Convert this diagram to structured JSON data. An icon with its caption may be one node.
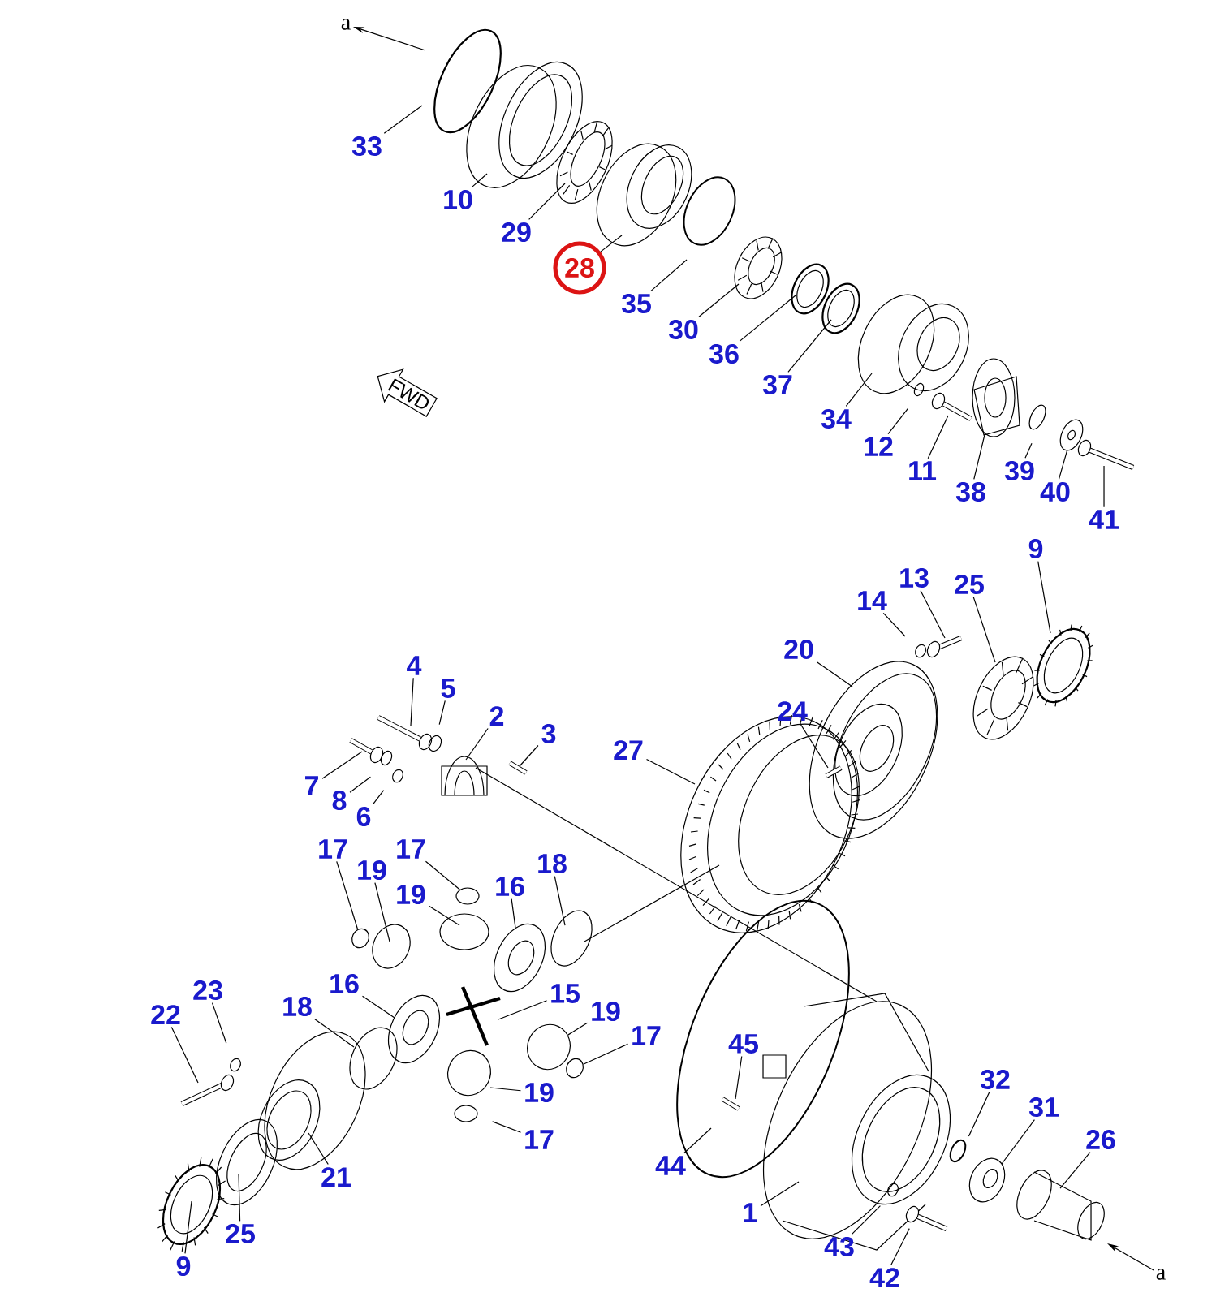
{
  "diagram": {
    "nodes": [
      {
        "text": [
          "a"
        ]
      },
      {
        "text": [
          "33"
        ]
      },
      {
        "text": [
          "10"
        ]
      },
      {
        "text": [
          "29"
        ]
      },
      {
        "text": [
          "28"
        ]
      },
      {
        "text": [
          "35"
        ]
      },
      {
        "text": [
          "30"
        ]
      },
      {
        "text": [
          "36"
        ]
      },
      {
        "text": [
          "37"
        ]
      },
      {
        "text": [
          "FWD"
        ]
      },
      {
        "text": [
          "34"
        ]
      },
      {
        "text": [
          "12"
        ]
      },
      {
        "text": [
          "11"
        ]
      },
      {
        "text": [
          "38"
        ]
      },
      {
        "text": [
          "39"
        ]
      },
      {
        "text": [
          "40"
        ]
      },
      {
        "text": [
          "41"
        ]
      },
      {
        "text": [
          "9"
        ]
      },
      {
        "text": [
          "13"
        ]
      },
      {
        "text": [
          "14"
        ]
      },
      {
        "text": [
          "25"
        ]
      },
      {
        "text": [
          "4"
        ]
      },
      {
        "text": [
          "20"
        ]
      },
      {
        "text": [
          "5"
        ]
      },
      {
        "text": [
          "2"
        ]
      },
      {
        "text": [
          "3"
        ]
      },
      {
        "text": [
          "24"
        ]
      },
      {
        "text": [
          "27"
        ]
      },
      {
        "text": [
          "7"
        ]
      },
      {
        "text": [
          "8"
        ]
      },
      {
        "text": [
          "6"
        ]
      },
      {
        "text": [
          "17"
        ]
      },
      {
        "text": [
          "19"
        ]
      },
      {
        "text": [
          "17"
        ]
      },
      {
        "text": [
          "19"
        ]
      },
      {
        "text": [
          "16"
        ]
      },
      {
        "text": [
          "18"
        ]
      },
      {
        "text": [
          "16"
        ]
      },
      {
        "text": [
          "15"
        ]
      },
      {
        "text": [
          "18"
        ]
      },
      {
        "text": [
          "19"
        ]
      },
      {
        "text": [
          "23"
        ]
      },
      {
        "text": [
          "22"
        ]
      },
      {
        "text": [
          "17"
        ]
      },
      {
        "text": [
          "45"
        ]
      },
      {
        "text": [
          "19"
        ]
      },
      {
        "text": [
          "32"
        ]
      },
      {
        "text": [
          "31"
        ]
      },
      {
        "text": [
          "17"
        ]
      },
      {
        "text": [
          "26"
        ]
      },
      {
        "text": [
          "44"
        ]
      },
      {
        "text": [
          "21"
        ]
      },
      {
        "text": [
          "1"
        ]
      },
      {
        "text": [
          "25"
        ]
      },
      {
        "text": [
          "43"
        ]
      },
      {
        "text": [
          "9"
        ]
      },
      {
        "text": [
          "42"
        ]
      },
      {
        "text": [
          "a"
        ]
      },
      {
        "text": [],
        "shape": "picture"
      },
      {
        "text": [],
        "shape": "circle"
      },
      {
        "text": [],
        "shape": "circle"
      },
      {
        "text": [],
        "shape": "circle"
      },
      {
        "text": [],
        "shape": "picture"
      },
      {
        "text": [],
        "shape": "circle"
      },
      {
        "text": [],
        "shape": "circle"
      }
    ],
    "edges": [
      {
        "from": null,
        "to": 0,
        "arrow": "to"
      },
      {
        "from": 1,
        "to": null,
        "arrow": "none"
      },
      {
        "from": 2,
        "to": null,
        "arrow": "none"
      },
      {
        "from": 3,
        "to": null,
        "arrow": "none"
      },
      {
        "from": 4,
        "to": null,
        "arrow": "none"
      },
      {
        "from": 5,
        "to": null,
        "arrow": "none"
      },
      {
        "from": 6,
        "to": null,
        "arrow": "none"
      },
      {
        "from": 7,
        "to": null,
        "arrow": "none"
      },
      {
        "from": 8,
        "to": null,
        "arrow": "none"
      },
      {
        "from": 10,
        "to": null,
        "arrow": "none"
      },
      {
        "from": 11,
        "to": null,
        "arrow": "none"
      },
      {
        "from": 12,
        "to": null,
        "arrow": "none"
      },
      {
        "from": 13,
        "to": 58,
        "arrow": "none"
      },
      {
        "from": 14,
        "to": null,
        "arrow": "none"
      },
      {
        "from": 15,
        "to": 59,
        "arrow": "none"
      },
      {
        "from": 16,
        "to": null,
        "arrow": "none"
      },
      {
        "from": 17,
        "to": null,
        "arrow": "none"
      },
      {
        "from": 18,
        "to": null,
        "arrow": "none"
      },
      {
        "from": 19,
        "to": null,
        "arrow": "none"
      },
      {
        "from": 20,
        "to": null,
        "arrow": "none"
      },
      {
        "from": 21,
        "to": null,
        "arrow": "none"
      },
      {
        "from": 22,
        "to": null,
        "arrow": "none"
      },
      {
        "from": 23,
        "to": null,
        "arrow": "none"
      },
      {
        "from": 24,
        "to": null,
        "arrow": "none"
      },
      {
        "from": 25,
        "to": null,
        "arrow": "none"
      },
      {
        "from": 26,
        "to": null,
        "arrow": "none"
      },
      {
        "from": 27,
        "to": null,
        "arrow": "none"
      },
      {
        "from": 28,
        "to": null,
        "arrow": "none"
      },
      {
        "from": 29,
        "to": null,
        "arrow": "none"
      },
      {
        "from": 30,
        "to": null,
        "arrow": "none"
      },
      {
        "from": 31,
        "to": 60,
        "arrow": "none"
      },
      {
        "from": 32,
        "to": null,
        "arrow": "none"
      },
      {
        "from": 33,
        "to": 61,
        "arrow": "none"
      },
      {
        "from": 34,
        "to": null,
        "arrow": "none"
      },
      {
        "from": 35,
        "to": 62,
        "arrow": "none"
      },
      {
        "from": 36,
        "to": null,
        "arrow": "none"
      },
      {
        "from": 37,
        "to": null,
        "arrow": "none"
      },
      {
        "from": 38,
        "to": null,
        "arrow": "none"
      },
      {
        "from": 39,
        "to": null,
        "arrow": "none"
      },
      {
        "from": 40,
        "to": 64,
        "arrow": "none"
      },
      {
        "from": 41,
        "to": null,
        "arrow": "none"
      },
      {
        "from": 42,
        "to": null,
        "arrow": "none"
      },
      {
        "from": 43,
        "to": 63,
        "arrow": "none"
      },
      {
        "from": 44,
        "to": null,
        "arrow": "none"
      },
      {
        "from": 45,
        "to": null,
        "arrow": "none"
      },
      {
        "from": 46,
        "to": null,
        "arrow": "none"
      },
      {
        "from": 47,
        "to": null,
        "arrow": "none"
      },
      {
        "from": 48,
        "to": null,
        "arrow": "none"
      },
      {
        "from": 49,
        "to": null,
        "arrow": "none"
      },
      {
        "from": 50,
        "to": null,
        "arrow": "none"
      },
      {
        "from": 51,
        "to": null,
        "arrow": "none"
      },
      {
        "from": 52,
        "to": null,
        "arrow": "none"
      },
      {
        "from": 53,
        "to": null,
        "arrow": "none"
      },
      {
        "from": 54,
        "to": null,
        "arrow": "none"
      },
      {
        "from": 55,
        "to": null,
        "arrow": "none"
      },
      {
        "from": 56,
        "to": null,
        "arrow": "none"
      },
      {
        "from": 57,
        "to": null,
        "arrow": "to"
      }
    ]
  }
}
